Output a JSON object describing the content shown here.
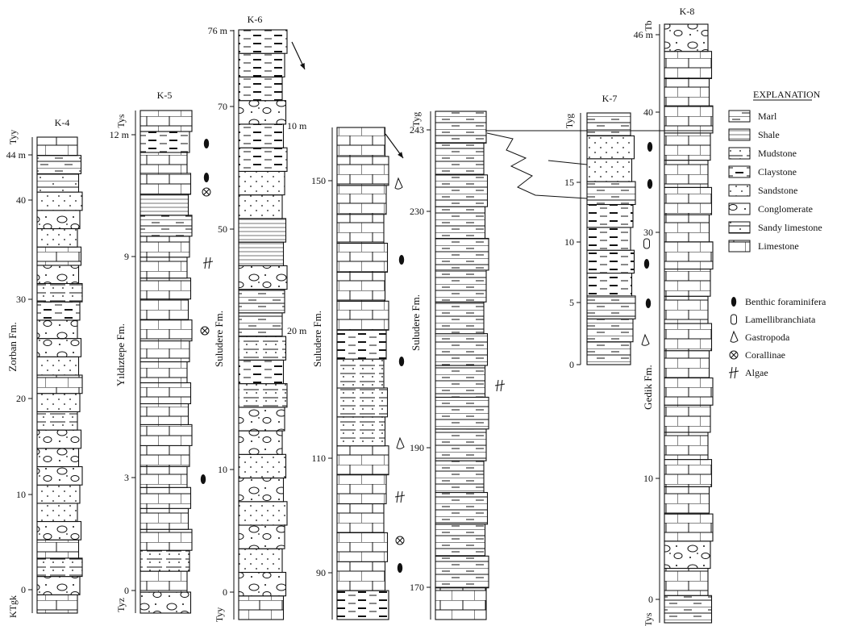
{
  "columns": [
    {
      "id": "K-4",
      "title": "K-4",
      "formation": "Zorban Fm.",
      "top_unit": "Tyy",
      "base_unit": "KTgk",
      "top_mark": "44 m",
      "ticks": [
        "0",
        "10",
        "20",
        "30",
        "40"
      ],
      "beds": [
        "limestone",
        "conglomerate",
        "mudstone",
        "limestone",
        "conglomerate",
        "sandstone",
        "sandstone",
        "conglomerate",
        "conglomerate",
        "conglomerate",
        "mudstone",
        "sandstone",
        "limestone",
        "sandstone",
        "conglomerate",
        "conglomerate",
        "claystone",
        "mudstone",
        "conglomerate",
        "limestone",
        "sandstone",
        "conglomerate",
        "sandstone",
        "sandylimestone",
        "marl",
        "limestone"
      ]
    },
    {
      "id": "K-5",
      "title": "K-5",
      "formation": "Yıldıztepe Fm.",
      "top_unit": "Tys",
      "base_unit": "Tyz",
      "top_mark": "12 m",
      "ticks": [
        "0",
        "3",
        "9"
      ],
      "beds": [
        "conglomerate",
        "limestone",
        "mudstone",
        "limestone",
        "limestone",
        "limestone",
        "limestone",
        "limestone",
        "limestone",
        "limestone",
        "limestone",
        "limestone",
        "limestone",
        "limestone",
        "limestone",
        "limestone",
        "limestone",
        "limestone",
        "marl",
        "shale",
        "limestone",
        "limestone",
        "claystone",
        "limestone"
      ]
    },
    {
      "id": "K-6",
      "title": "K-6",
      "formation": "Suludere Fm.",
      "top_unit": "Tyy",
      "top_mark": "76 m",
      "ticks": [
        "0",
        "10",
        "50",
        "70"
      ],
      "notes": [
        "10 m",
        "20 m"
      ],
      "beds": [
        "limestone",
        "conglomerate",
        "sandstone",
        "conglomerate",
        "sandstone",
        "conglomerate",
        "sandstone",
        "conglomerate",
        "conglomerate",
        "mudstone",
        "claystone",
        "mudstone",
        "marl",
        "marl",
        "conglomerate",
        "shale",
        "shale",
        "sandstone",
        "sandstone",
        "claystone",
        "claystone",
        "conglomerate",
        "claystone",
        "claystone",
        "claystone"
      ]
    },
    {
      "id": "K-6b",
      "title": "",
      "formation": "Suludere Fm.",
      "ticks": [
        "90",
        "110",
        "150"
      ],
      "beds": [
        "claystone",
        "limestone",
        "limestone",
        "limestone",
        "limestone",
        "limestone",
        "mudstone",
        "mudstone",
        "mudstone",
        "claystone",
        "limestone",
        "limestone",
        "limestone",
        "limestone",
        "limestone",
        "limestone",
        "limestone"
      ]
    },
    {
      "id": "K-6c",
      "title": "",
      "formation": "Suludere Fm.",
      "top_unit": "Tyg",
      "top_mark": "243",
      "ticks": [
        "170",
        "190",
        "230"
      ],
      "beds": [
        "limestone",
        "marl",
        "marl",
        "marl",
        "marl",
        "marl",
        "marl",
        "marl",
        "marl",
        "marl",
        "marl",
        "marl",
        "marl",
        "marl",
        "marl",
        "marl"
      ]
    },
    {
      "id": "K-7",
      "title": "K-7",
      "top_unit": "Tyg",
      "ticks": [
        "0",
        "5",
        "10",
        "15"
      ],
      "beds": [
        "marl",
        "marl",
        "marl",
        "claystone",
        "claystone",
        "claystone",
        "claystone",
        "marl",
        "sandstone",
        "sandstone",
        "marl"
      ]
    },
    {
      "id": "K-8",
      "title": "K-8",
      "formation": "Gedik Fm.",
      "top_unit": "Tb",
      "base_unit": "Tys",
      "top_mark": "46 m",
      "ticks": [
        "0",
        "10",
        "30",
        "40"
      ],
      "beds": [
        "marl",
        "limestone",
        "conglomerate",
        "limestone",
        "limestone",
        "limestone",
        "limestone",
        "limestone",
        "limestone",
        "limestone",
        "limestone",
        "limestone",
        "limestone",
        "limestone",
        "limestone",
        "limestone",
        "limestone",
        "limestone",
        "limestone",
        "limestone",
        "limestone",
        "conglomerate"
      ]
    }
  ],
  "legend": {
    "title": "EXPLANATION",
    "lithology": [
      {
        "key": "marl",
        "label": "Marl"
      },
      {
        "key": "shale",
        "label": "Shale"
      },
      {
        "key": "mudstone",
        "label": "Mudstone"
      },
      {
        "key": "claystone",
        "label": "Claystone"
      },
      {
        "key": "sandstone",
        "label": "Sandstone"
      },
      {
        "key": "conglomerate",
        "label": "Conglomerate"
      },
      {
        "key": "sandylimestone",
        "label": "Sandy limestone"
      },
      {
        "key": "limestone",
        "label": "Limestone"
      }
    ],
    "fossils": [
      {
        "key": "benthic",
        "label": "Benthic foraminifera"
      },
      {
        "key": "lamelli",
        "label": "Lamellibranchiata"
      },
      {
        "key": "gastropoda",
        "label": "Gastropoda"
      },
      {
        "key": "corallinae",
        "label": "Corallinae"
      },
      {
        "key": "algae",
        "label": "Algae"
      }
    ]
  }
}
